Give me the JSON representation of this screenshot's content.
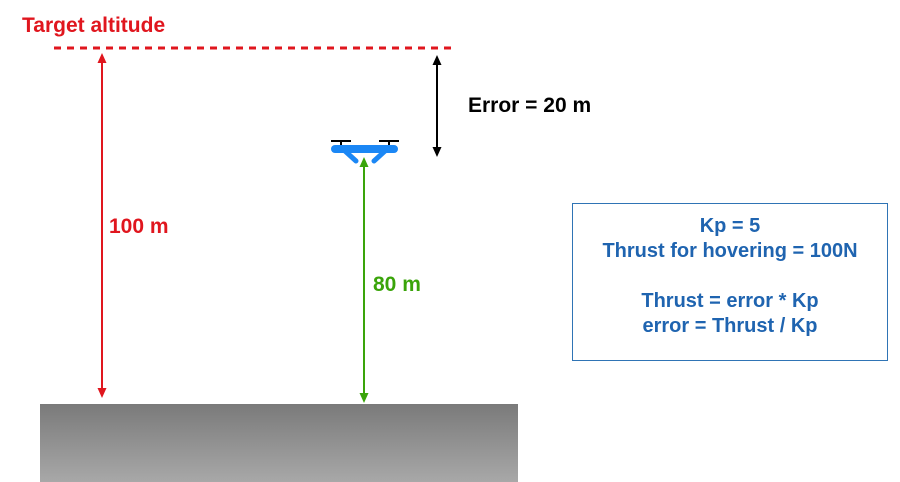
{
  "labels": {
    "target_altitude": "Target altitude",
    "error": "Error = 20 m",
    "target_height": "100 m",
    "current_height": "80 m"
  },
  "info_box": {
    "lines": [
      "Kp = 5",
      "Thrust for hovering = 100N",
      "Thrust = error * Kp",
      "error = Thrust / Kp"
    ]
  },
  "colors": {
    "target": "#e0161e",
    "current": "#3aa40a",
    "error": "#000000",
    "drone": "#1b87f5",
    "info_text": "#1f64b0",
    "info_border": "#2f74b5",
    "ground_top": "#7a7a7a",
    "ground_bottom": "#a8a8a8"
  },
  "icons": {
    "vehicle": "quadcopter-drone-icon",
    "ground": "ground-block"
  }
}
